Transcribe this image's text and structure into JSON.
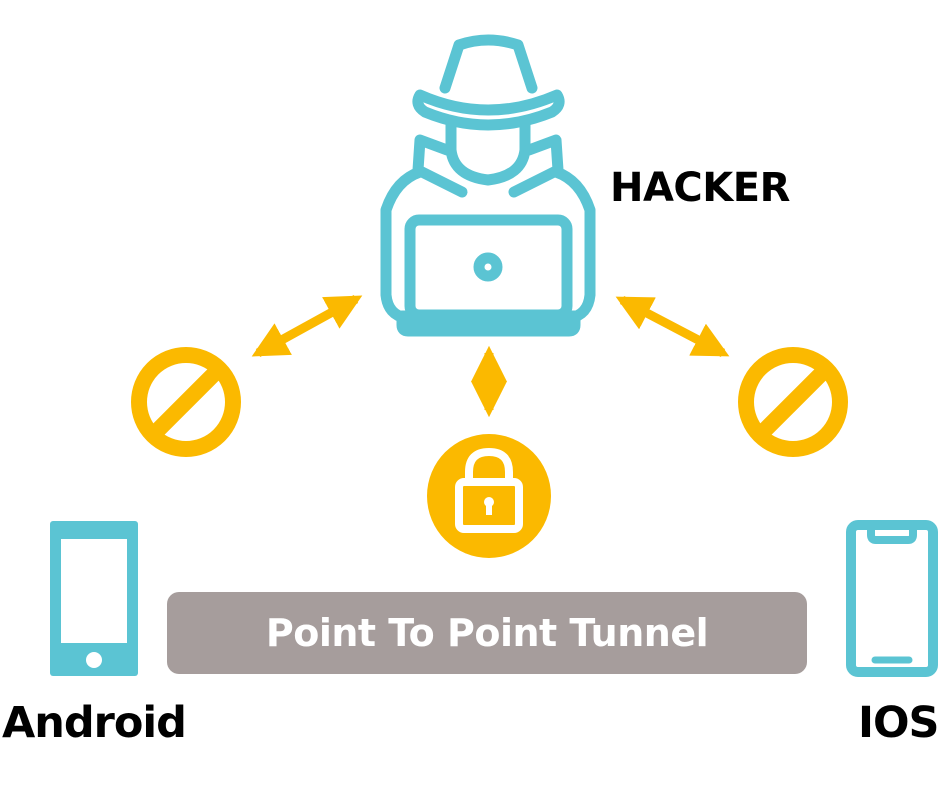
{
  "labels": {
    "hacker": "HACKER",
    "android": "Android",
    "ios": "IOS",
    "tunnel": "Point To Point Tunnel"
  },
  "icons": {
    "attacker": "hacker-icon",
    "laptop": "laptop-icon",
    "blocked_left": "blocked-icon",
    "blocked_right": "blocked-icon",
    "lock": "padlock-icon",
    "android_device": "android-phone-icon",
    "ios_device": "iphone-icon"
  },
  "colors": {
    "teal": "#5bc4d3",
    "yellow": "#fbb900",
    "tunnel_gray": "#a69d9c",
    "text": "#000000"
  }
}
